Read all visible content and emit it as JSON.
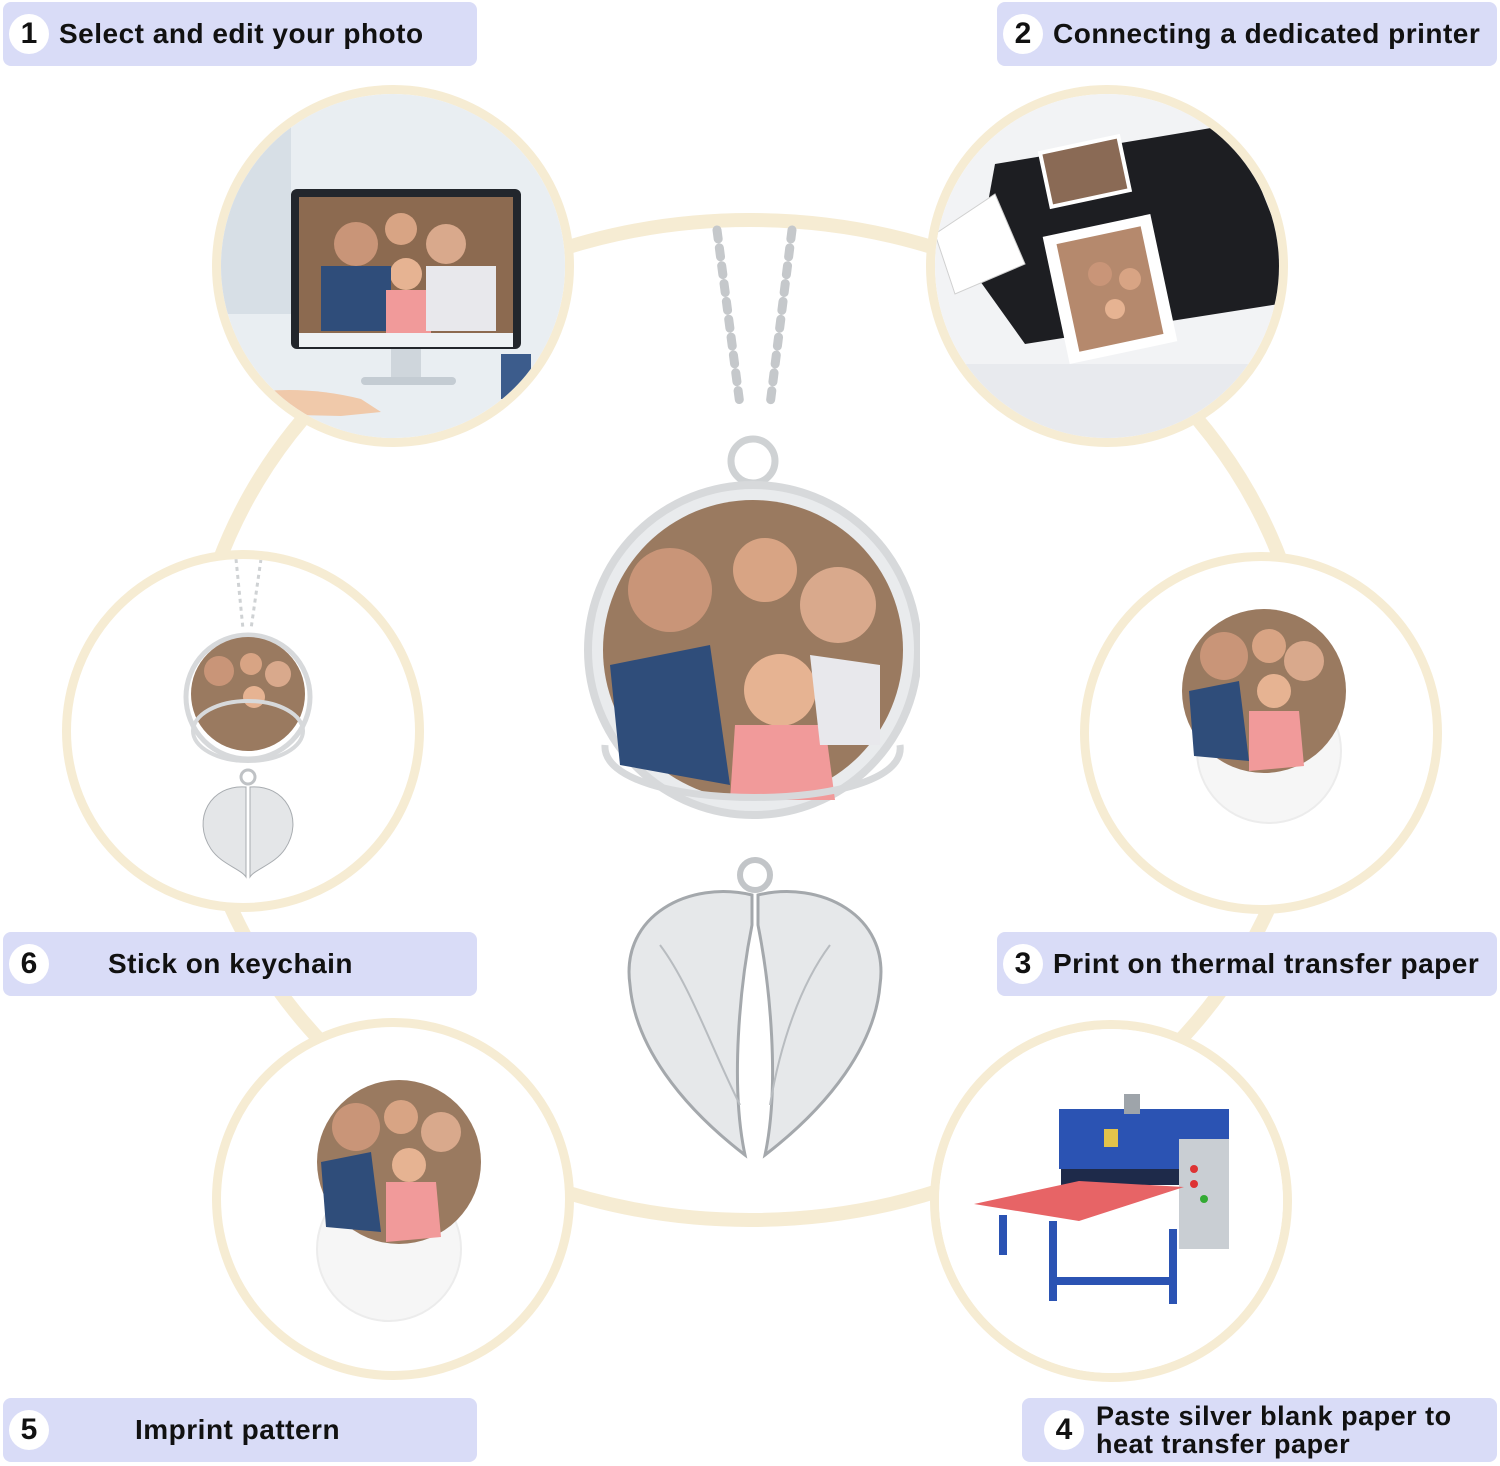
{
  "steps": [
    {
      "number": "1",
      "text": "Select and edit your photo"
    },
    {
      "number": "2",
      "text": "Connecting a dedicated printer"
    },
    {
      "number": "3",
      "text": "Print on thermal transfer paper"
    },
    {
      "number": "4",
      "text": "Paste silver blank paper to heat transfer paper"
    },
    {
      "number": "5",
      "text": "Imprint pattern"
    },
    {
      "number": "6",
      "text": "Stick on keychain"
    }
  ],
  "colors": {
    "label_bg": "#d9dcf7",
    "ring": "#f6ecd3",
    "metal": "#d7d9db",
    "press_blue": "#2b53b3",
    "press_platen": "#e76466"
  },
  "icons": [
    "computer-monitor-icon",
    "printer-icon",
    "transfer-paper-icon",
    "heat-press-icon",
    "photo-disc-icon",
    "keychain-icon",
    "angel-wings-icon"
  ]
}
